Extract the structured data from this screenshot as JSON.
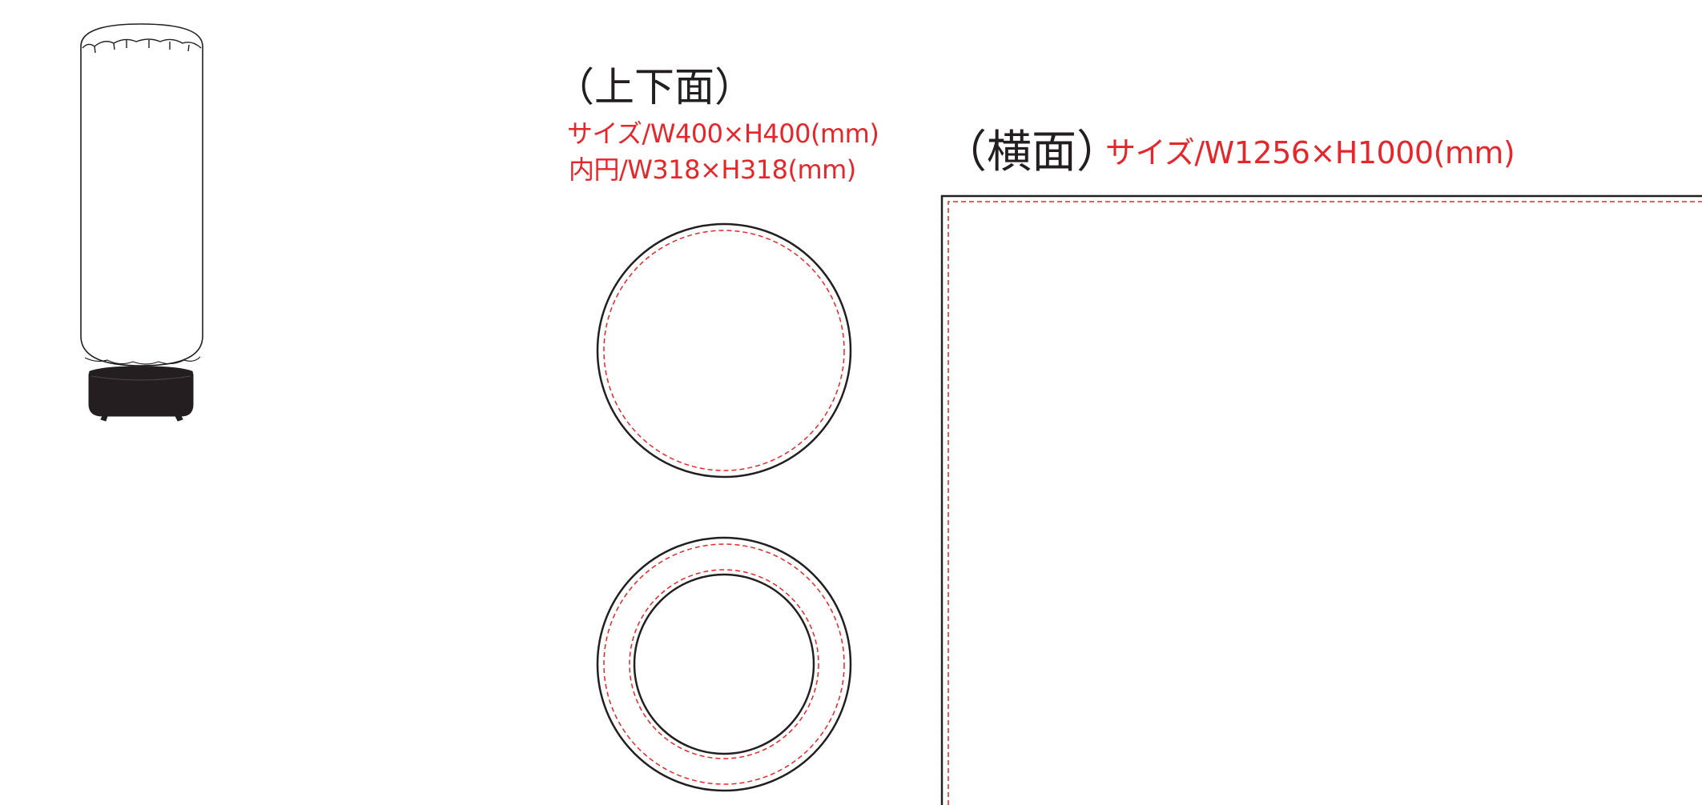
{
  "top_bottom": {
    "heading": "（上下面）",
    "size_spec": "サイズ/W400×H400(mm)",
    "inner_spec": "内円/W318×H318(mm)"
  },
  "side": {
    "heading": "（横面）",
    "size_spec": "サイズ/W1256×H1000(mm)"
  },
  "colors": {
    "outline": "#231f20",
    "cut_line": "#e5262a",
    "base": "#231f20"
  },
  "icons": {
    "product": "inflatable-tower-icon"
  }
}
